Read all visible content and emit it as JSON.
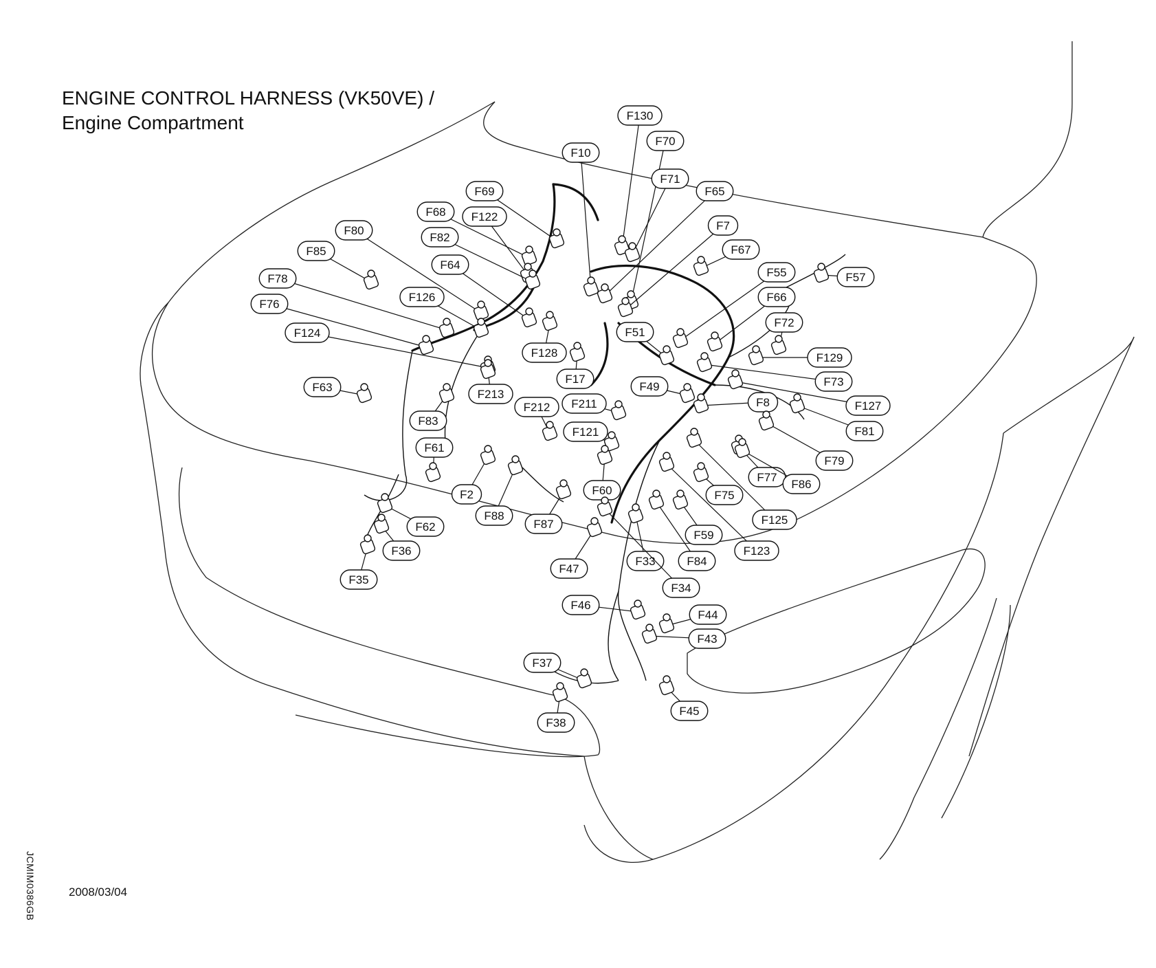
{
  "title_line1": "ENGINE CONTROL HARNESS (VK50VE) /",
  "title_line2": "Engine Compartment",
  "date": "2008/03/04",
  "doc_id": "JCMIM0386GB",
  "connectors": [
    "F130",
    "F70",
    "F10",
    "F71",
    "F69",
    "F65",
    "F68",
    "F122",
    "F7",
    "F80",
    "F82",
    "F67",
    "F85",
    "F64",
    "F55",
    "F57",
    "F78",
    "F126",
    "F66",
    "F76",
    "F72",
    "F128",
    "F51",
    "F124",
    "F129",
    "F17",
    "F73",
    "F63",
    "F49",
    "F213",
    "F8",
    "F127",
    "F212",
    "F211",
    "F83",
    "F81",
    "F121",
    "F61",
    "F79",
    "F77",
    "F86",
    "F60",
    "F2",
    "F75",
    "F88",
    "F62",
    "F125",
    "F87",
    "F59",
    "F36",
    "F123",
    "F33",
    "F84",
    "F35",
    "F47",
    "F34",
    "F46",
    "F44",
    "F43",
    "F37",
    "F45",
    "F38"
  ]
}
